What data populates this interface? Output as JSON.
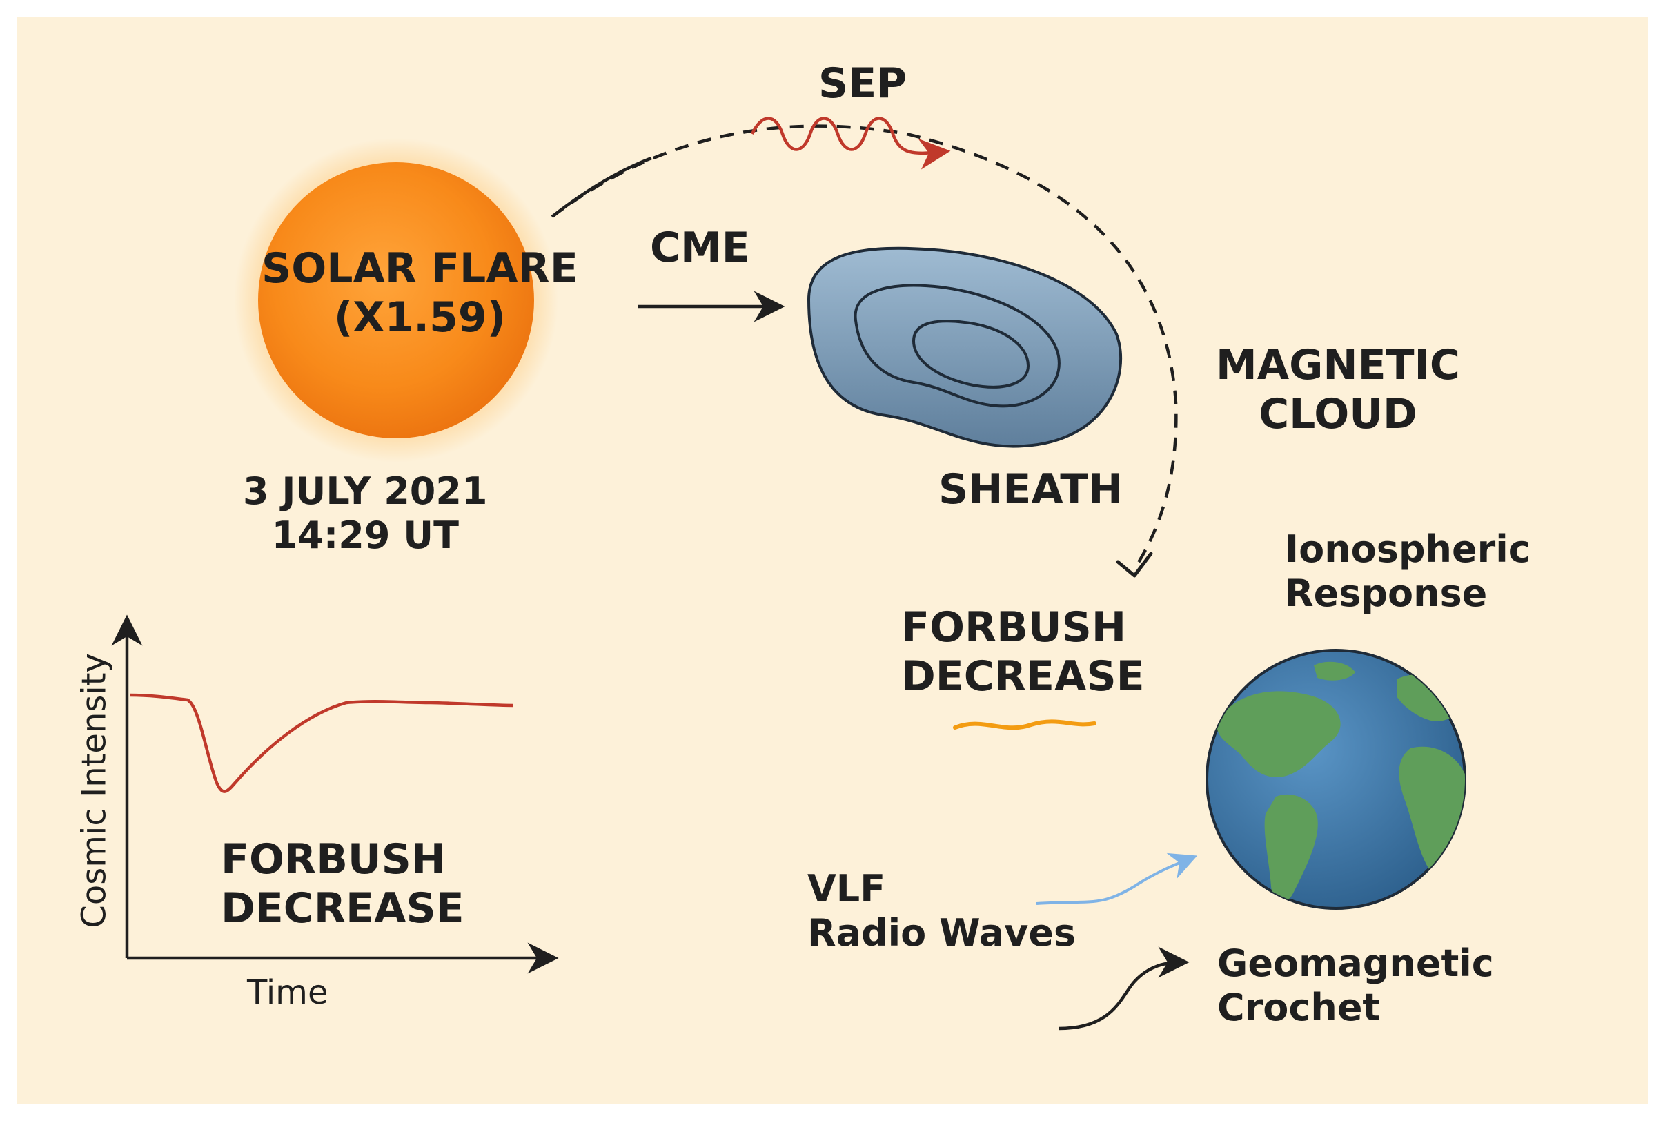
{
  "sun": {
    "label": "SOLAR FLARE\n(X1.59)",
    "date": "3 JULY 2021\n14:29 UT"
  },
  "sep": {
    "label": "SEP"
  },
  "cme": {
    "label": "CME"
  },
  "magnetic_cloud": {
    "label": "MAGNETIC\nCLOUD"
  },
  "sheath": {
    "label": "SHEATH"
  },
  "ionospheric": {
    "label": "Ionospheric\nResponse"
  },
  "forbush_mid": {
    "label": "FORBUSH\nDECREASE"
  },
  "vlf": {
    "label": "VLF\nRadio Waves"
  },
  "geomagnetic": {
    "label": "Geomagnetic\nCrochet"
  },
  "inset": {
    "y_axis_label": "Cosmic Intensity",
    "x_axis_label": "Time",
    "annotation": "FORBUSH\nDECREASE"
  },
  "colors": {
    "background": "#fdf1d9",
    "sun_core": "#f78c1c",
    "sun_glow": "#ffb347",
    "cloud_fill": "#7e9db8",
    "cloud_stroke": "#1f2b38",
    "earth_ocean": "#3d78a8",
    "earth_land": "#5f9e5a",
    "sep_wave": "#c0392b",
    "forbush_curve": "#c0392b",
    "forbush_squiggle": "#f39c12",
    "vlf_wave": "#7fb3e6",
    "text": "#1f1f1f"
  }
}
